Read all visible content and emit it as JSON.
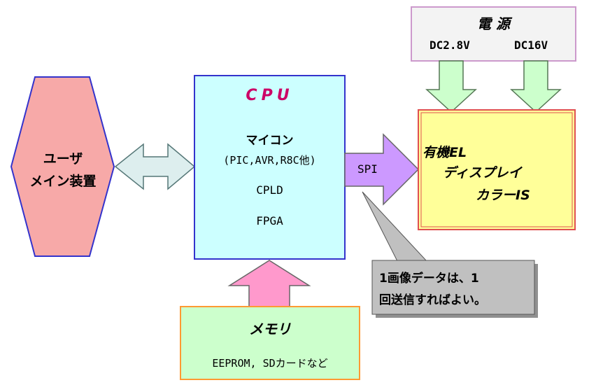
{
  "user_device": {
    "line1": "ユーザ",
    "line2": "メイン装置"
  },
  "cpu": {
    "title": "CPU",
    "microcontroller": "マイコン",
    "examples": "(PIC,AVR,R8C他)",
    "cpld": "CPLD",
    "fpga": "FPGA"
  },
  "spi_label": "SPI",
  "power": {
    "title": "電 源",
    "voltage_1": "DC2.8V",
    "voltage_2": "DC16V"
  },
  "display": {
    "line1": "有機EL",
    "line2": "ディスプレイ",
    "line3": "カラーIS"
  },
  "callout": {
    "line1": "1画像データは、1",
    "line2": "回送信すればよい。"
  },
  "memory": {
    "title": "メモリ",
    "examples": "EEPROM, SDカードなど"
  },
  "colors": {
    "user_device_fill": "#f7a9a8",
    "cpu_fill": "#ccffff",
    "cpu_title": "#cc0066",
    "power_fill": "#f3f3f3",
    "power_border": "#cc99cc",
    "display_fill": "#ffff99",
    "display_border": "#e05050",
    "memory_fill": "#ccffcc",
    "memory_border": "#ff9933",
    "callout_fill": "#c0c0c0",
    "arrow_fill": "#ccffcc",
    "bidir_arrow_fill": "#ddeeee",
    "spi_arrow_fill": "#cc99ff",
    "memory_arrow_fill": "#ff99cc"
  }
}
